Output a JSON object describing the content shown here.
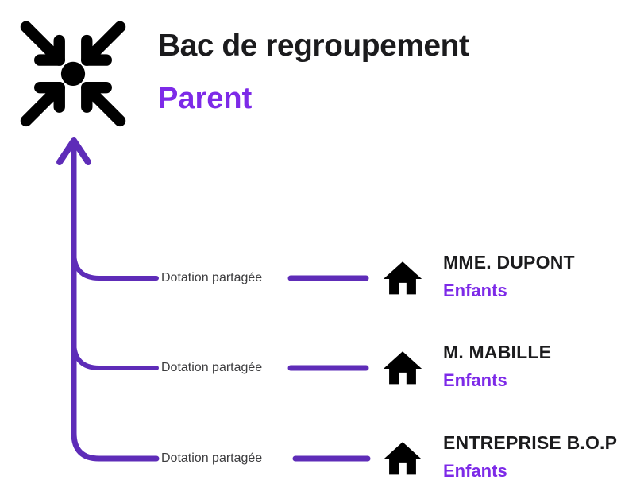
{
  "header": {
    "title": "Bac de regroupement",
    "subtitle": "Parent"
  },
  "icons": {
    "parent": "converge-arrows-icon",
    "entity": "house-icon"
  },
  "colors": {
    "accent_text": "#7d2ae8",
    "accent_line": "#5e2cb8",
    "title_color": "#1b1b1d",
    "label_color": "#3c3c3e",
    "icon_color": "#000000"
  },
  "rows": [
    {
      "link_label": "Dotation partagée",
      "name": "MME. DUPONT",
      "role": "Enfants"
    },
    {
      "link_label": "Dotation partagée",
      "name": "M. MABILLE",
      "role": "Enfants"
    },
    {
      "link_label": "Dotation partagée",
      "name": "ENTREPRISE B.O.P",
      "role": "Enfants"
    }
  ]
}
